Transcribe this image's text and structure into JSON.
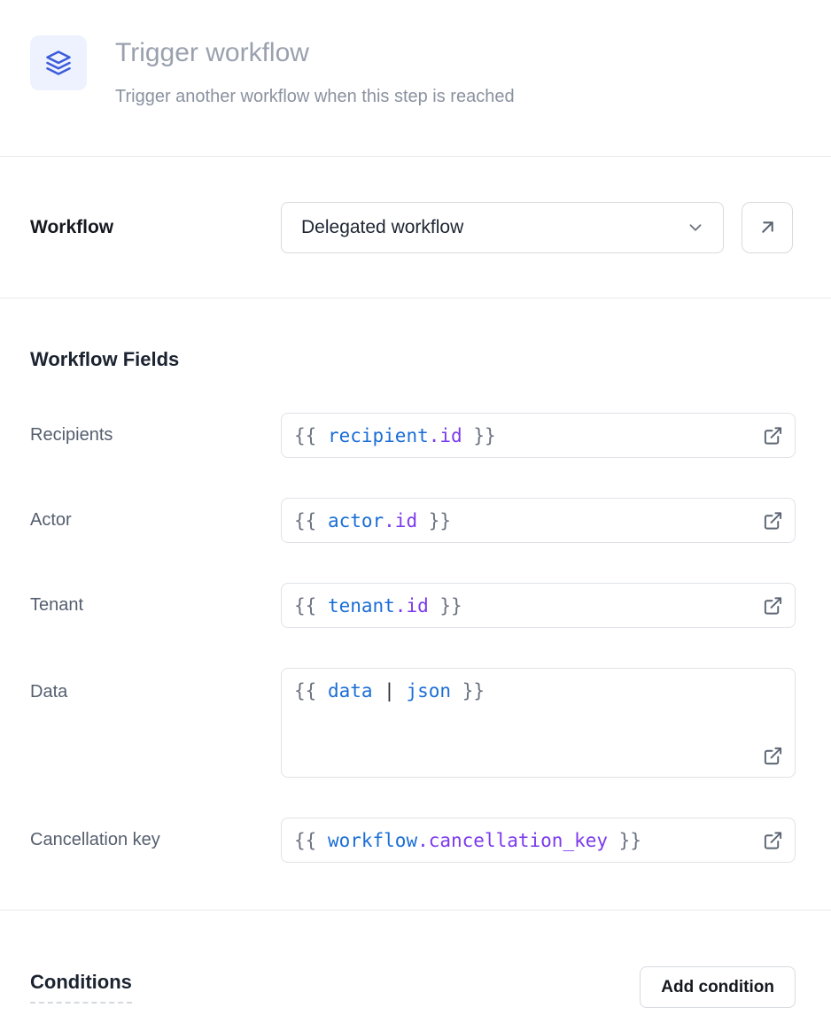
{
  "colors": {
    "accent_blue": "#3b5bdb",
    "icon_bg": "#eef2fe",
    "code_blue": "#1b6ed6",
    "code_purple": "#7c3aed",
    "code_gray": "#6b7280",
    "code_dark": "#2b3038",
    "divider": "#e8eaee",
    "border": "#d7dade",
    "field_border": "#dfe2e7",
    "title_gray": "#9aa1ae",
    "subtitle_gray": "#8a92a0",
    "heading": "#1b2330",
    "label": "#545e6e",
    "icon_gray": "#5b6472"
  },
  "header": {
    "icon": "layers-icon",
    "title": "Trigger workflow",
    "subtitle": "Trigger another workflow when this step is reached"
  },
  "workflow": {
    "label": "Workflow",
    "selected": "Delegated workflow",
    "select_icon": "chevron-down-icon",
    "open_button_icon": "arrow-up-right-icon"
  },
  "workflow_fields": {
    "heading": "Workflow Fields",
    "row_action_icon": "external-link-icon",
    "rows": [
      {
        "label": "Recipients",
        "type": "input",
        "tokens": [
          {
            "text": "{{ ",
            "style": "punct"
          },
          {
            "text": "recipient",
            "style": "obj"
          },
          {
            "text": ".id",
            "style": "prop"
          },
          {
            "text": " }}",
            "style": "punct"
          }
        ]
      },
      {
        "label": "Actor",
        "type": "input",
        "tokens": [
          {
            "text": "{{ ",
            "style": "punct"
          },
          {
            "text": "actor",
            "style": "obj"
          },
          {
            "text": ".id",
            "style": "prop"
          },
          {
            "text": " }}",
            "style": "punct"
          }
        ]
      },
      {
        "label": "Tenant",
        "type": "input",
        "tokens": [
          {
            "text": "{{ ",
            "style": "punct"
          },
          {
            "text": "tenant",
            "style": "obj"
          },
          {
            "text": ".id",
            "style": "prop"
          },
          {
            "text": " }}",
            "style": "punct"
          }
        ]
      },
      {
        "label": "Data",
        "type": "textarea",
        "tokens": [
          {
            "text": "{{ ",
            "style": "punct"
          },
          {
            "text": "data",
            "style": "obj"
          },
          {
            "text": " ",
            "style": "plain"
          },
          {
            "text": "|",
            "style": "pipe"
          },
          {
            "text": " ",
            "style": "plain"
          },
          {
            "text": "json",
            "style": "obj"
          },
          {
            "text": " }}",
            "style": "punct"
          }
        ]
      },
      {
        "label": "Cancellation key",
        "type": "input",
        "tokens": [
          {
            "text": "{{ ",
            "style": "punct"
          },
          {
            "text": "workflow",
            "style": "obj"
          },
          {
            "text": ".cancellation_key",
            "style": "prop"
          },
          {
            "text": " }}",
            "style": "punct"
          }
        ]
      }
    ]
  },
  "conditions": {
    "heading": "Conditions",
    "add_button": "Add condition"
  }
}
